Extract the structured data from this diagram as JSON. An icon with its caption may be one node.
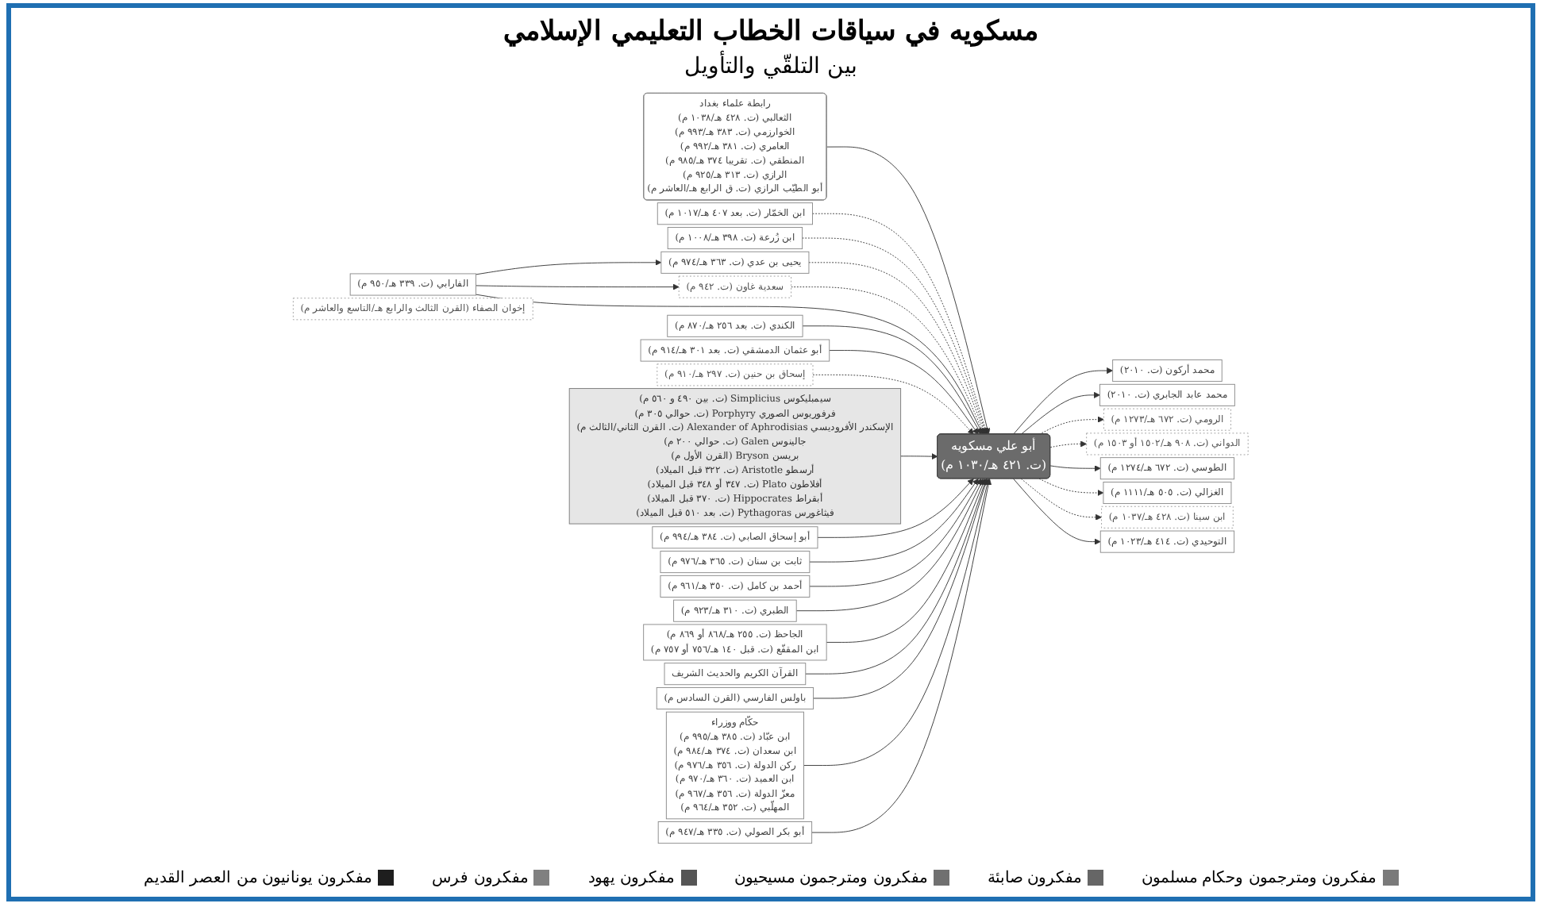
{
  "diagram": {
    "title": "مسكويه في سياقات الخطاب التعليمي الإسلامي",
    "nodes": [
      {
        "text": [
          "أبو علي مسكويه",
          "(ت. ٤٢١ هـ/١٠٣٠ م)"
        ]
      },
      {
        "text": [
          "محمد أركون (ت. ٢٠١٠)"
        ]
      },
      {
        "text": [
          "محمد عابد الجابري (ت. ٢٠١٠)"
        ]
      },
      {
        "text": [
          "الرومي (ت. ٦٧٢ هـ/١٢٧٣ م)"
        ]
      },
      {
        "text": [
          "الدواني (ت. ٩٠٨ هـ/١٥٠٢ أو ١٥٠٣ م)"
        ]
      },
      {
        "text": [
          "الطوسي (ت. ٦٧٢ هـ/١٢٧٤ م)"
        ]
      },
      {
        "text": [
          "الغزالي (ت. ٥٠٥ هـ/١١١١ م)"
        ]
      },
      {
        "text": [
          "رابطة علماء بغداد",
          "الثعالبي (ت. ٤٢٨ هـ/١٠٣٨ م)",
          "الخوارزمي (ت. ٣٨٣ هـ/٩٩٣ م)",
          "العامري (ت. ٣٨١ هـ/٩٩٢ م)",
          "المنطقي (ت. تقريبا ٣٧٤ هـ/٩٨٥ م)",
          "الرازي (ت. ٣١٣ هـ/٩٢٥ م)",
          "أبو الطيّب الرازي (ت. ق الرابع هـ/العاشر م)"
        ]
      },
      {
        "text": [
          "ابن سينا (ت. ٤٢٨ هـ/١٠٣٧ م)"
        ]
      },
      {
        "text": [
          "التوحيدي (ت. ٤١٤ هـ/١٠٢٣ م)"
        ]
      },
      {
        "text": [
          "ابن الخمّار (ت. بعد ٤٠٧ هـ/١٠١٧ م)"
        ]
      },
      {
        "text": [
          "ابن زُرعة (ت. ٣٩٨ هـ/١٠٠٨ م)"
        ]
      },
      {
        "text": [
          "يحيى بن عدي (ت. ٣٦٣ هـ/٩٧٤ م)"
        ]
      },
      {
        "text": [
          "سعدية غاون (ت. ٩٤٢ م)"
        ]
      },
      {
        "text": [
          "الفارابي (ت. ٣٣٩ هـ/٩٥٠ م)"
        ]
      },
      {
        "text": [
          "الكندي (ت. بعد ٢٥٦ هـ/٨٧٠ م)"
        ]
      },
      {
        "text": [
          "أبو عثمان الدمشقي (ت. بعد ٣٠١ هـ/٩١٤ م)"
        ]
      },
      {
        "text": [
          "إسحاق بن حنين (ت. ٢٩٧ هـ/٩١٠ م)"
        ]
      },
      {
        "text": [
          "سيمبليكوس Simplicius (ت. بين ٤٩٠ و ٥٦٠ م)",
          "فرفوريوس الصوري Porphyry (ت. حوالي ٣٠٥ م)",
          "الإسكندر الأفروديسي Alexander of Aphrodisias (ت. القرن الثاني/الثالث م)",
          "جالينوس Galen (ت. حوالي ٢٠٠ م)",
          "بريسن Bryson (القرن الأول م)",
          "أرسطو Aristotle (ت. ٣٢٢ قبل الميلاد)",
          "أفلاطون Plato (ت. ٣٤٧ أو ٣٤٨ قبل الميلاد)",
          "أبقراط Hippocrates (ت. ٣٧٠ قبل الميلاد)",
          "فيثاغورس Pythagoras (ت. بعد ٥١٠ قبل الميلاد)"
        ]
      },
      {
        "text": [
          "أبو إسحاق الصابي (ت. ٣٨٤ هـ/٩٩٤ م)"
        ]
      },
      {
        "text": [
          "ثابت بن سنان (ت. ٣٦٥ هـ/٩٧٦ م)"
        ]
      },
      {
        "text": [
          "أحمد بن كامل (ت. ٣٥٠ هـ/٩٦١ م)"
        ]
      },
      {
        "text": [
          "الطبري (ت. ٣١٠ هـ/٩٢٣ م)"
        ]
      },
      {
        "text": [
          "الجاحظ (ت. ٢٥٥ هـ/٨٦٨ أو ٨٦٩ م)",
          "ابن المقفّع (ت. قبل ١٤٠ هـ/٧٥٦ أو ٧٥٧ م)"
        ]
      },
      {
        "text": [
          "القرآن الكريم والحديث الشريف"
        ]
      },
      {
        "text": [
          "باولس الفارسي (القرن السادس م)"
        ]
      },
      {
        "text": [
          "حكّام ووزراء",
          "ابن عبّاد (ت. ٣٨٥ هـ/٩٩٥ م)",
          "ابن سعدان (ت. ٣٧٤ هـ/٩٨٤ م)",
          "ركن الدولة (ت. ٣٥٦ هـ/٩٧٦ م)",
          "ابن العميد (ت. ٣٦٠ هـ/٩٧٠ م)",
          "معزّ الدولة (ت. ٣٥٦ هـ/٩٦٧ م)",
          "المهلّبي (ت. ٣٥٢ هـ/٩٦٤ م)"
        ]
      },
      {
        "text": [
          "أبو بكر الصولي (ت. ٣٣٥ هـ/٩٤٧ م)"
        ]
      },
      {
        "text": [
          "إخوان الصفاء (القرن الثالث والرابع هـ/التاسع والعاشر م)"
        ]
      }
    ],
    "edges": [
      {
        "from": 0,
        "to": 1,
        "arrow": "to"
      },
      {
        "from": 0,
        "to": 2,
        "arrow": "to"
      },
      {
        "from": 0,
        "to": 3,
        "arrow": "to",
        "style": "dashed"
      },
      {
        "from": 0,
        "to": 4,
        "arrow": "to",
        "style": "dashed"
      },
      {
        "from": 0,
        "to": 5,
        "arrow": "to"
      },
      {
        "from": 0,
        "to": 6,
        "arrow": "to",
        "style": "dashed"
      },
      {
        "from": 7,
        "to": 0,
        "arrow": "to"
      },
      {
        "from": 0,
        "to": 8,
        "arrow": "to",
        "style": "dashed"
      },
      {
        "from": 0,
        "to": 9,
        "arrow": "to"
      },
      {
        "from": 10,
        "to": 0,
        "arrow": "to",
        "style": "dashed"
      },
      {
        "from": 11,
        "to": 0,
        "arrow": "to",
        "style": "dashed"
      },
      {
        "from": 12,
        "to": 0,
        "arrow": "to",
        "style": "dashed"
      },
      {
        "from": 13,
        "to": 0,
        "arrow": "to",
        "style": "dashed"
      },
      {
        "from": 14,
        "to": 12,
        "arrow": "to"
      },
      {
        "from": 14,
        "to": 13,
        "arrow": "to"
      },
      {
        "from": 14,
        "to": 0,
        "arrow": "to"
      },
      {
        "from": 15,
        "to": 0,
        "arrow": "to"
      },
      {
        "from": 16,
        "to": 0,
        "arrow": "to"
      },
      {
        "from": 17,
        "to": 0,
        "arrow": "to",
        "style": "dashed"
      },
      {
        "from": 18,
        "to": 0,
        "arrow": "to"
      },
      {
        "from": 19,
        "to": 0,
        "arrow": "to"
      },
      {
        "from": 20,
        "to": 0,
        "arrow": "to"
      },
      {
        "from": 21,
        "to": 0,
        "arrow": "to"
      },
      {
        "from": 22,
        "to": 0,
        "arrow": "to"
      },
      {
        "from": 23,
        "to": 0,
        "arrow": "to"
      },
      {
        "from": 24,
        "to": 0,
        "arrow": "to"
      },
      {
        "from": 25,
        "to": 0,
        "arrow": "to"
      },
      {
        "from": 26,
        "to": 0,
        "arrow": "to"
      },
      {
        "from": 27,
        "to": 0,
        "arrow": "to"
      }
    ],
    "labels": [
      "بين التلقّي والتأويل"
    ],
    "legend": [
      {
        "text": "مفكرون ومترجمون وحكام مسلمون",
        "color": "#7a7a7a"
      },
      {
        "text": "مفكرون صابئة",
        "color": "#666666"
      },
      {
        "text": "مفكرون ومترجمون مسيحيون",
        "color": "#707070"
      },
      {
        "text": "مفكرون يهود",
        "color": "#555555"
      },
      {
        "text": "مفكرون فرس",
        "color": "#808080"
      },
      {
        "text": "مفكرون يونانيون من العصر القديم",
        "color": "#1e1e1e"
      }
    ]
  }
}
